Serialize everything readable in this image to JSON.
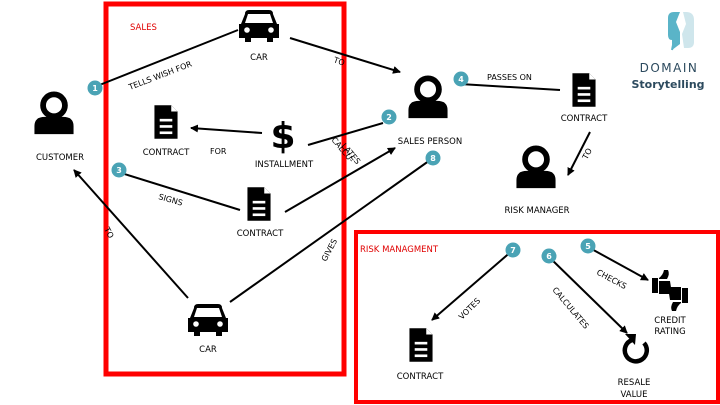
{
  "groups": {
    "sales": "SALES",
    "risk": "RISK MANAGMENT"
  },
  "actors": {
    "customer": "CUSTOMER",
    "sales_person": "SALES PERSON",
    "risk_manager": "RISK MANAGER"
  },
  "work_objects": {
    "car_top": "CAR",
    "contract_left": "CONTRACT",
    "installment": "INSTALLMENT",
    "contract_mid": "CONTRACT",
    "car_bottom": "CAR",
    "contract_right": "CONTRACT",
    "contract_bottom": "CONTRACT",
    "credit_rating": [
      "CREDIT",
      "RATING"
    ],
    "resale_value": [
      "RESALE",
      "VALUE"
    ]
  },
  "activities": {
    "tells_wish_for": "TELLS WISH FOR",
    "to_1": "TO",
    "calculates_1a": "CALCU-",
    "calculates_1b": "LATES",
    "for": "FOR",
    "signs": "SIGNS",
    "to_2": "TO",
    "gives": "GIVES",
    "passes_on": "PASSES ON",
    "to_3": "TO",
    "votes": "VOTES",
    "calculates_2": "CALCULATES",
    "checks": "CHECKS"
  },
  "step_numbers": [
    "1",
    "2",
    "3",
    "4",
    "5",
    "6",
    "7",
    "8"
  ],
  "logo": {
    "line1": "DOMAIN",
    "line2": "Storytelling"
  },
  "colors": {
    "group_border": "#ff0000",
    "group_label": "#e00000",
    "step_badge": "#4aa3b5",
    "icon": "#000000",
    "logo_blue": "#5ab4c8"
  }
}
